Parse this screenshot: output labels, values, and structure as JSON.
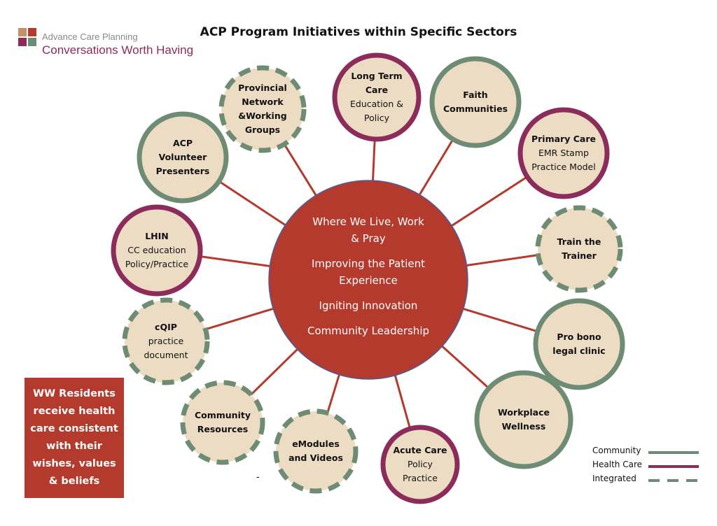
{
  "title": "ACP Program Initiatives within Specific Sectors",
  "logo": {
    "line1": "Advance Care Planning",
    "line2": "Conversations Worth Having",
    "colors": [
      "#c4906a",
      "#b33a2d",
      "#8b2c5a",
      "#6e8b73"
    ]
  },
  "center": {
    "lines": [
      "Where We Live, Work & Pray",
      "Improving the Patient Experience",
      "Igniting Innovation",
      "Community Leadership"
    ],
    "color": "#b33a2d"
  },
  "nodes": [
    {
      "title": "Provincial Network &Working Groups",
      "body": "",
      "category": "integrated"
    },
    {
      "title": "Long Term Care",
      "body": "Education & Policy",
      "category": "health"
    },
    {
      "title": "Faith Communities",
      "body": "",
      "category": "community"
    },
    {
      "title": "Primary Care",
      "body": "EMR Stamp Practice Model",
      "category": "health"
    },
    {
      "title": "Train the Trainer",
      "body": "",
      "category": "integrated"
    },
    {
      "title": "Pro bono legal clinic",
      "body": "",
      "category": "community"
    },
    {
      "title": "Workplace Wellness",
      "body": "",
      "category": "community"
    },
    {
      "title": "Acute Care",
      "body": "Policy Practice",
      "category": "health"
    },
    {
      "title": "eModules and Videos",
      "body": "",
      "category": "integrated"
    },
    {
      "title": "Community Resources",
      "body": "",
      "category": "integrated"
    },
    {
      "title": "cQIP",
      "body": "practice document",
      "category": "integrated"
    },
    {
      "title": "LHIN",
      "body": "CC education Policy/Practice",
      "category": "health"
    },
    {
      "title": "ACP Volunteer Presenters",
      "body": "",
      "category": "community"
    }
  ],
  "callout": "WW Residents receive health care consistent with their wishes, values & beliefs",
  "legend": [
    {
      "label": "Community",
      "color": "#6e8b73",
      "style": "solid"
    },
    {
      "label": "Health Care",
      "color": "#8b2c5a",
      "style": "solid"
    },
    {
      "label": "Integrated",
      "color": "#6e8b73",
      "style": "dashed"
    }
  ],
  "stray_mark": "-",
  "colors": {
    "node_fill": "#eddcc4",
    "connector": "#b33a2d"
  }
}
